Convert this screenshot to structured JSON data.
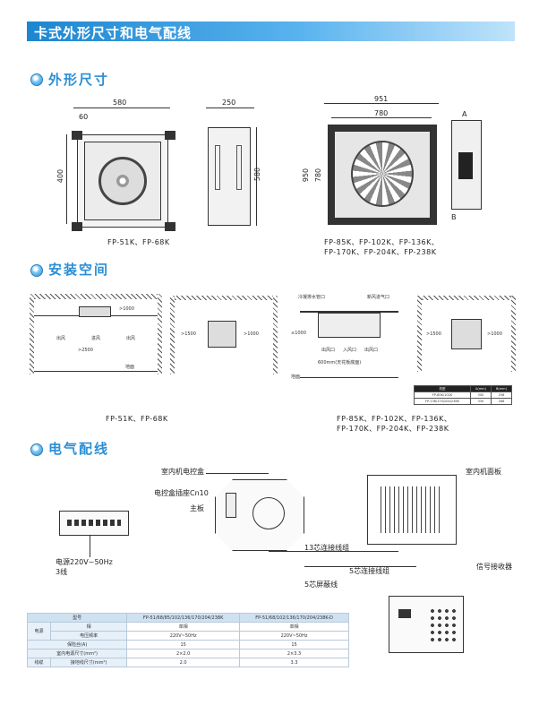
{
  "banner": {
    "title": "卡式外形尺寸和电气配线"
  },
  "sections": {
    "dimensions": "外形尺寸",
    "install_space": "安装空间",
    "wiring": "电气配线"
  },
  "dimensions": {
    "small_unit": {
      "width": "580",
      "inner": "60",
      "height": "400",
      "side_depth": "250",
      "side_height": "580",
      "caption": "FP-51K、FP-68K"
    },
    "large_unit": {
      "width": "951",
      "inner": "780",
      "height_outer": "950",
      "height_inner": "780",
      "side_a": "A",
      "side_b": "B",
      "caption_line1": "FP-85K、FP-102K、FP-136K、",
      "caption_line2": "FP-170K、FP-204K、FP-238K"
    }
  },
  "install": {
    "left_caption": "FP-51K、FP-68K",
    "right_caption_line1": "FP-85K、FP-102K、FP-136K、",
    "right_caption_line2": "FP-170K、FP-204K、FP-238K",
    "labels": {
      "out_air_l": "出风",
      "in_air": "进风",
      "out_air_r": "出风",
      "floor": "地面",
      "d1000": ">1000",
      "d2500": ">2500",
      "d1500a": ">1500",
      "d1000b": ">1000",
      "d1000c": ">1000",
      "drain": "冷凝排水管口",
      "fresh": "新风进气口",
      "d_le_1000": "≤1000",
      "out_l2": "出风口",
      "in_2": "入风口",
      "out_r2": "出风口",
      "ceiling": "600mm(天花板底面)"
    },
    "mini_table": {
      "headers": [
        "机型",
        "A(mm)",
        "B(mm)"
      ],
      "rows": [
        [
          "FP-85K/102K",
          "300",
          "258"
        ],
        [
          "FP-136/170/204/238K",
          "330",
          "288"
        ]
      ]
    }
  },
  "wiring": {
    "control_box": "室内机电控盒",
    "socket": "电控盒插座Cn10",
    "mainboard": "主板",
    "panel": "室内机面板",
    "power": "电源220V~50Hz",
    "power_wire": "3线",
    "core13": "13芯连接线组",
    "core5": "5芯连接线组",
    "shield": "5芯屏蔽线",
    "receiver": "信号接收器"
  },
  "spec_table": {
    "rows": [
      {
        "label": "型号",
        "sub": "",
        "c1": "FP-51/68/85/102/136/170/204/238K",
        "c2": "FP-51/68/102/136/170/204/238K-D"
      },
      {
        "label": "电源",
        "sub": "相",
        "c1": "单相",
        "c2": "单相"
      },
      {
        "label": "",
        "sub": "电压频率",
        "c1": "220V~50Hz",
        "c2": "220V~50Hz"
      },
      {
        "label": "保险丝(A)",
        "sub": "",
        "c1": "15",
        "c2": "15"
      },
      {
        "label": "室内电源尺寸(mm²)",
        "sub": "",
        "c1": "2×2.0",
        "c2": "2×3.3"
      },
      {
        "label": "线缆",
        "sub": "接地线尺寸(mm²)",
        "c1": "2.0",
        "c2": "3.3"
      }
    ]
  },
  "colors": {
    "accent": "#2a8fd6",
    "banner_start": "#1d86d0",
    "banner_end": "#bfe3fa"
  }
}
